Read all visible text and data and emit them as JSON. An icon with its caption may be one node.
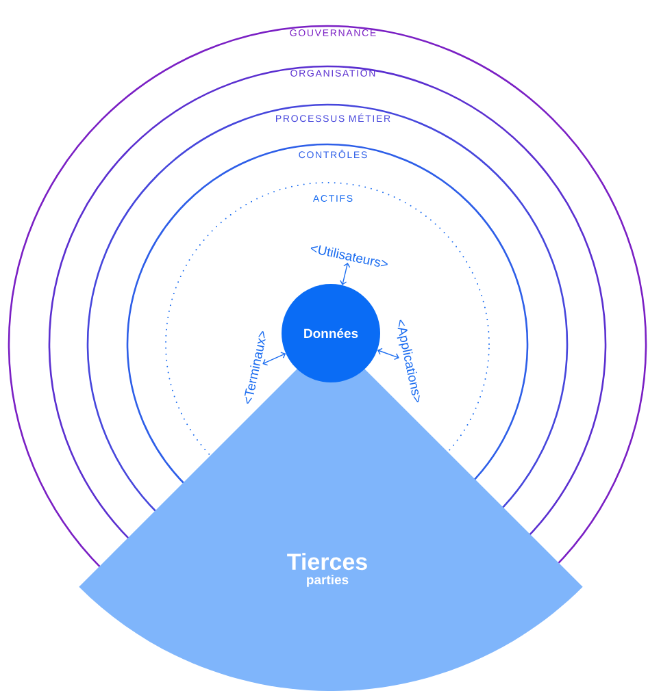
{
  "diagram": {
    "nodes": [
      {
        "text": [
          "GOUVERNANCE"
        ]
      },
      {
        "text": [
          "ORGANISATION"
        ],
        "in": 0
      },
      {
        "text": [
          "PROCESSUS MÉTIER"
        ],
        "in": 1
      },
      {
        "text": [
          "CONTRÔLES"
        ],
        "in": 2
      },
      {
        "text": [
          "ACTIFS"
        ],
        "in": 3
      },
      {
        "text": [
          "Données"
        ],
        "in": 4
      },
      {
        "text": [
          "<Utilisateurs>"
        ],
        "in": 4
      },
      {
        "text": [
          "<Applications>"
        ],
        "in": 4
      },
      {
        "text": [
          "<Terminaux>"
        ],
        "in": 4
      },
      {
        "text": [
          "Tierces",
          "parties"
        ]
      }
    ],
    "edges": [
      {
        "from": 5,
        "to": 6,
        "arrow": "both"
      },
      {
        "from": 5,
        "to": 7,
        "arrow": "both"
      },
      {
        "from": 5,
        "to": 8,
        "arrow": "both"
      }
    ]
  }
}
